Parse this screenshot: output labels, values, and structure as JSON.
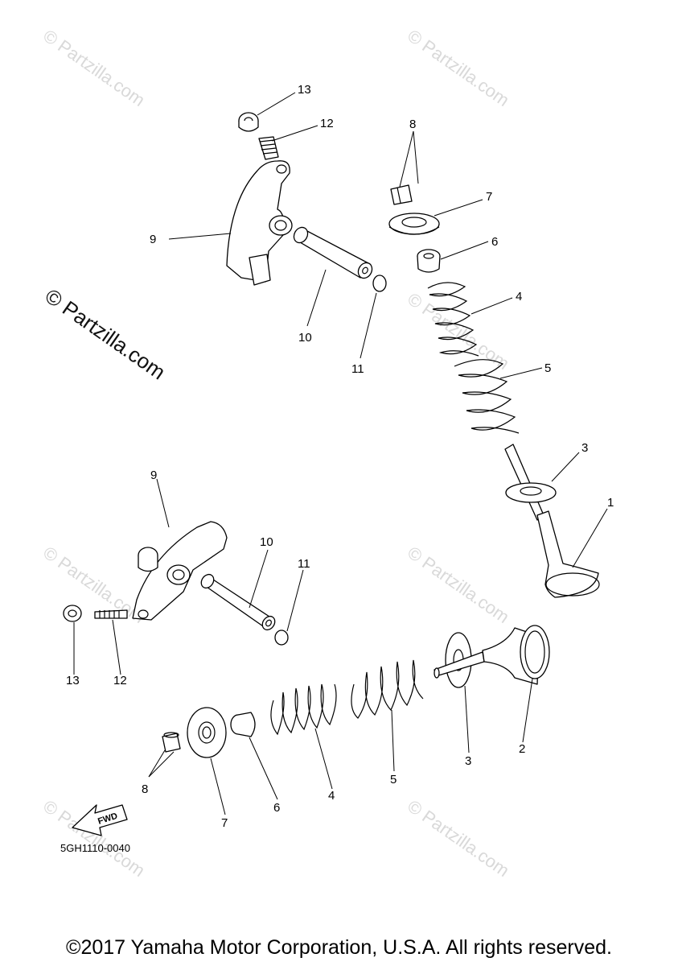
{
  "watermark": {
    "faint": "© Partzilla.com",
    "prominent": "© Partzilla.com"
  },
  "callouts": {
    "c1": "1",
    "c2": "2",
    "c3a": "3",
    "c3b": "3",
    "c4a": "4",
    "c4b": "4",
    "c5a": "5",
    "c5b": "5",
    "c6a": "6",
    "c6b": "6",
    "c7a": "7",
    "c7b": "7",
    "c8a": "8",
    "c8b": "8",
    "c9a": "9",
    "c9b": "9",
    "c10a": "10",
    "c10b": "10",
    "c11a": "11",
    "c11b": "11",
    "c12a": "12",
    "c12b": "12",
    "c13a": "13",
    "c13b": "13"
  },
  "fwd_label": "FWD",
  "diagram_code": "5GH1110-0040",
  "copyright": "©2017 Yamaha Motor Corporation, U.S.A. All rights reserved."
}
